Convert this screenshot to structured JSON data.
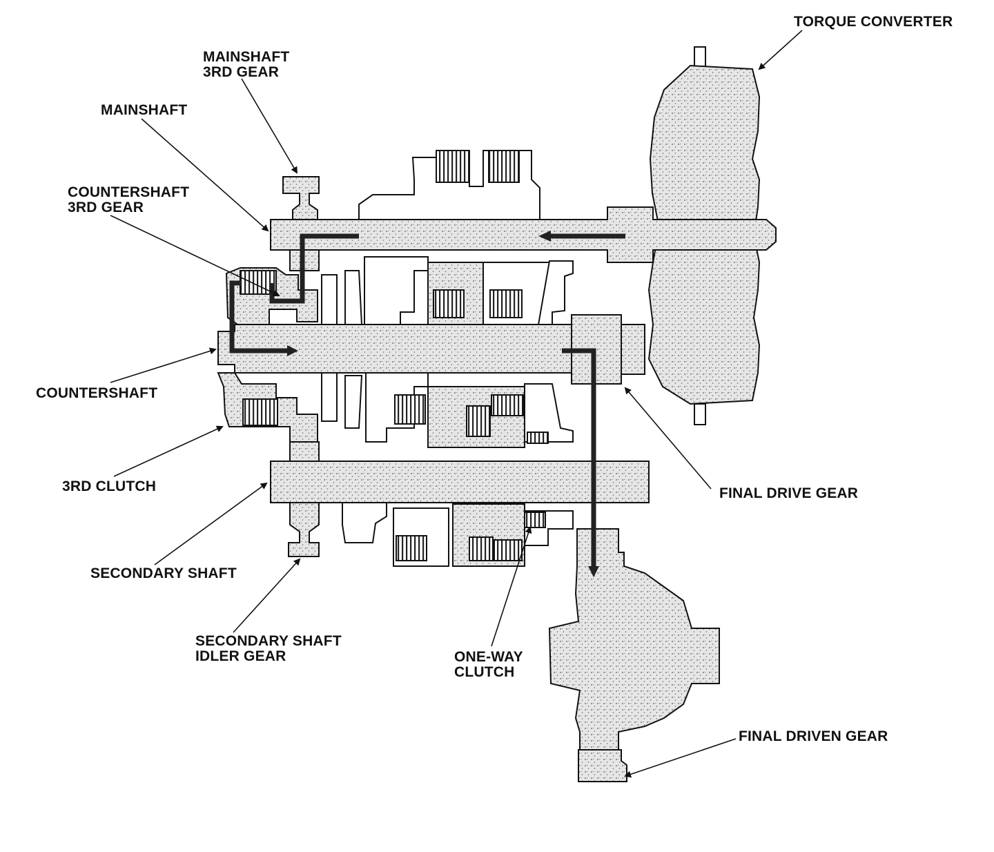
{
  "labels": {
    "torque_converter": "TORQUE CONVERTER",
    "mainshaft_3rd_gear": [
      "MAINSHAFT",
      "3RD GEAR"
    ],
    "mainshaft": "MAINSHAFT",
    "countershaft_3rd_gear": [
      "COUNTERSHAFT",
      "3RD GEAR"
    ],
    "countershaft": "COUNTERSHAFT",
    "third_clutch": "3RD CLUTCH",
    "secondary_shaft": "SECONDARY SHAFT",
    "secondary_shaft_idler_gear": [
      "SECONDARY SHAFT",
      "IDLER GEAR"
    ],
    "one_way_clutch": [
      "ONE-WAY",
      "CLUTCH"
    ],
    "final_drive_gear": "FINAL DRIVE GEAR",
    "final_driven_gear": "FINAL DRIVEN GEAR"
  },
  "colors": {
    "ink": "#111111",
    "part_fill": "#dedede",
    "power_flow": "#222222",
    "background": "#ffffff"
  }
}
